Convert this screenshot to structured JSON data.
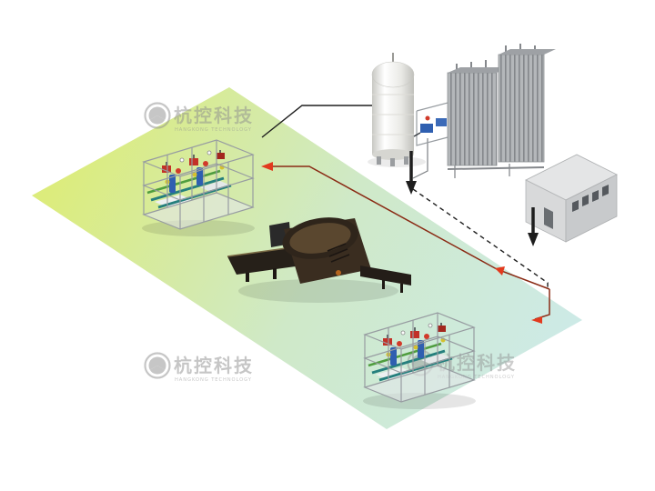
{
  "watermark": {
    "cn": "杭控科技",
    "en": "HANGKONG TECHNOLOGY"
  },
  "colors": {
    "floor_start": "#dcec7c",
    "floor_mid": "#cfe9c8",
    "floor_end": "#cdeae8",
    "arrow_black": "#1e1e1e",
    "arrow_red": "#8a2a14",
    "arrowhead_red": "#e23a1e",
    "watermark": "#8f8f8f",
    "tank": "#f2f2ef",
    "vaporizer": "#b3b6ba",
    "building": "#d8d9da",
    "machine": "#32281e",
    "skid_frame": "#979ca1",
    "pipe_teal": "#257f7d",
    "pipe_green": "#4f9d3f",
    "pipe_blue": "#2f5fb0",
    "valve_red": "#c23127",
    "valve_yellow": "#d4c12e"
  },
  "components": {
    "tank": "cryogenic-storage-tank",
    "vaporizers": "ambient-vaporizer-bank",
    "building": "control-building",
    "machine": "industrial-furnace-line",
    "skid_left": "gas-valve-skid",
    "skid_bottom": "gas-valve-skid"
  },
  "icons": {
    "logo": "aperture-logo-icon"
  }
}
